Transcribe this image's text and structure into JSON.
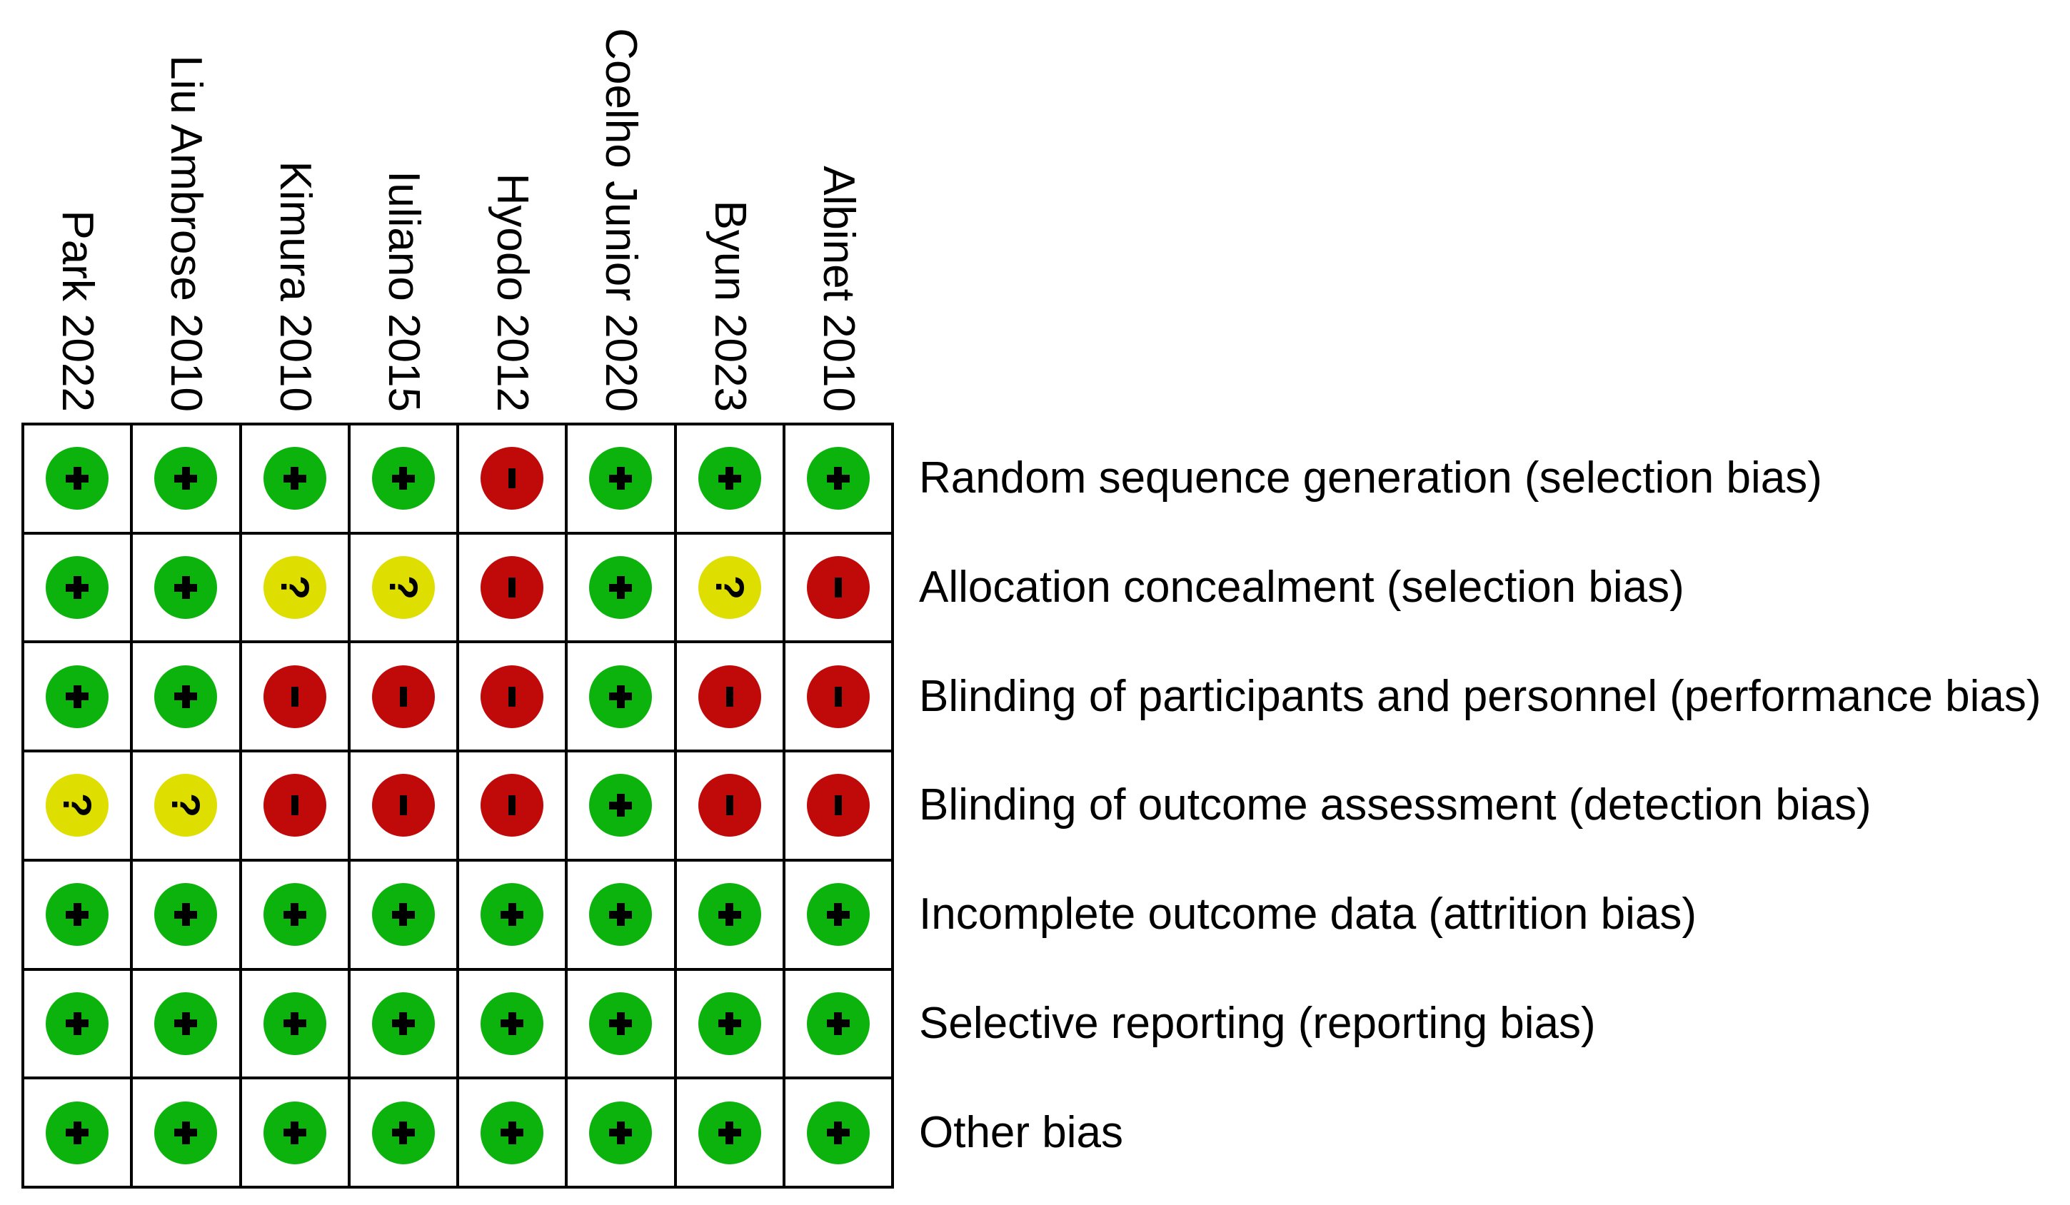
{
  "figure": {
    "kind": "risk-of-bias-summary",
    "background": "#FFFFFF",
    "grid_line_color": "#000000",
    "symbol_color": "#000000"
  },
  "chart_data": {
    "type": "heatmap",
    "title": "",
    "columns": [
      "Park 2022",
      "Liu Ambrose 2010",
      "Kimura 2010",
      "Iuliano 2015",
      "Hyodo 2012",
      "Coelho Junior 2020",
      "Byun 2023",
      "Albinet 2010"
    ],
    "rows": [
      "Random sequence generation (selection bias)",
      "Allocation concealment (selection bias)",
      "Blinding of participants and personnel (performance bias)",
      "Blinding of outcome assessment (detection bias)",
      "Incomplete outcome data (attrition bias)",
      "Selective reporting (reporting bias)",
      "Other bias"
    ],
    "values": [
      [
        "+",
        "+",
        "+",
        "+",
        "-",
        "+",
        "+",
        "+"
      ],
      [
        "+",
        "+",
        "?",
        "?",
        "-",
        "+",
        "?",
        "-"
      ],
      [
        "+",
        "+",
        "-",
        "-",
        "-",
        "+",
        "-",
        "-"
      ],
      [
        "?",
        "?",
        "-",
        "-",
        "-",
        "+",
        "-",
        "-"
      ],
      [
        "+",
        "+",
        "+",
        "+",
        "+",
        "+",
        "+",
        "+"
      ],
      [
        "+",
        "+",
        "+",
        "+",
        "+",
        "+",
        "+",
        "+"
      ],
      [
        "+",
        "+",
        "+",
        "+",
        "+",
        "+",
        "+",
        "+"
      ]
    ],
    "palette": {
      "+": "#0DB30D",
      "?": "#DEDE00",
      "-": "#C00909"
    },
    "legend_position": "none",
    "grid": true
  }
}
